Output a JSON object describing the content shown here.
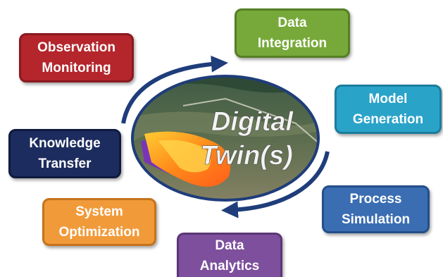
{
  "diagram": {
    "center": {
      "title_line1": "Digital",
      "title_line2": "Twin(s)"
    },
    "nodes": {
      "data_integration": {
        "line1": "Data",
        "line2": "Integration",
        "color": "#77a93a"
      },
      "model_generation": {
        "line1": "Model",
        "line2": "Generation",
        "color": "#2aa3c9"
      },
      "process_simulation": {
        "line1": "Process",
        "line2": "Simulation",
        "color": "#3a6db2"
      },
      "data_analytics": {
        "line1": "Data",
        "line2": "Analytics",
        "color": "#7d4f9c"
      },
      "system_optimization": {
        "line1": "System",
        "line2": "Optimization",
        "color": "#f19a39"
      },
      "knowledge_transfer": {
        "line1": "Knowledge",
        "line2": "Transfer",
        "color": "#1c2c5e"
      },
      "observation_monitoring": {
        "line1": "Observation",
        "line2": "Monitoring",
        "color": "#b4262c"
      }
    },
    "cycle_arrow_color": "#1f3d7a"
  }
}
